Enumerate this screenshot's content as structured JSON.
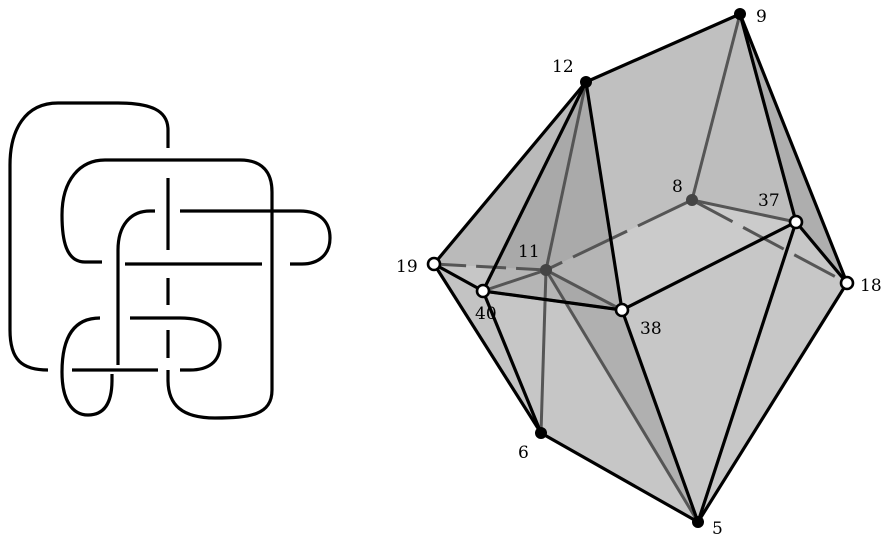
{
  "polyhedron": {
    "vertices": [
      {
        "id": "9",
        "label": "9",
        "type": "solid"
      },
      {
        "id": "12",
        "label": "12",
        "type": "solid"
      },
      {
        "id": "8",
        "label": "8",
        "type": "hidden"
      },
      {
        "id": "37",
        "label": "37",
        "type": "open"
      },
      {
        "id": "11",
        "label": "11",
        "type": "hidden"
      },
      {
        "id": "19",
        "label": "19",
        "type": "open"
      },
      {
        "id": "18",
        "label": "18",
        "type": "open"
      },
      {
        "id": "40",
        "label": "40",
        "type": "open"
      },
      {
        "id": "38",
        "label": "38",
        "type": "open"
      },
      {
        "id": "6",
        "label": "6",
        "type": "solid"
      },
      {
        "id": "5",
        "label": "5",
        "type": "solid"
      }
    ]
  }
}
